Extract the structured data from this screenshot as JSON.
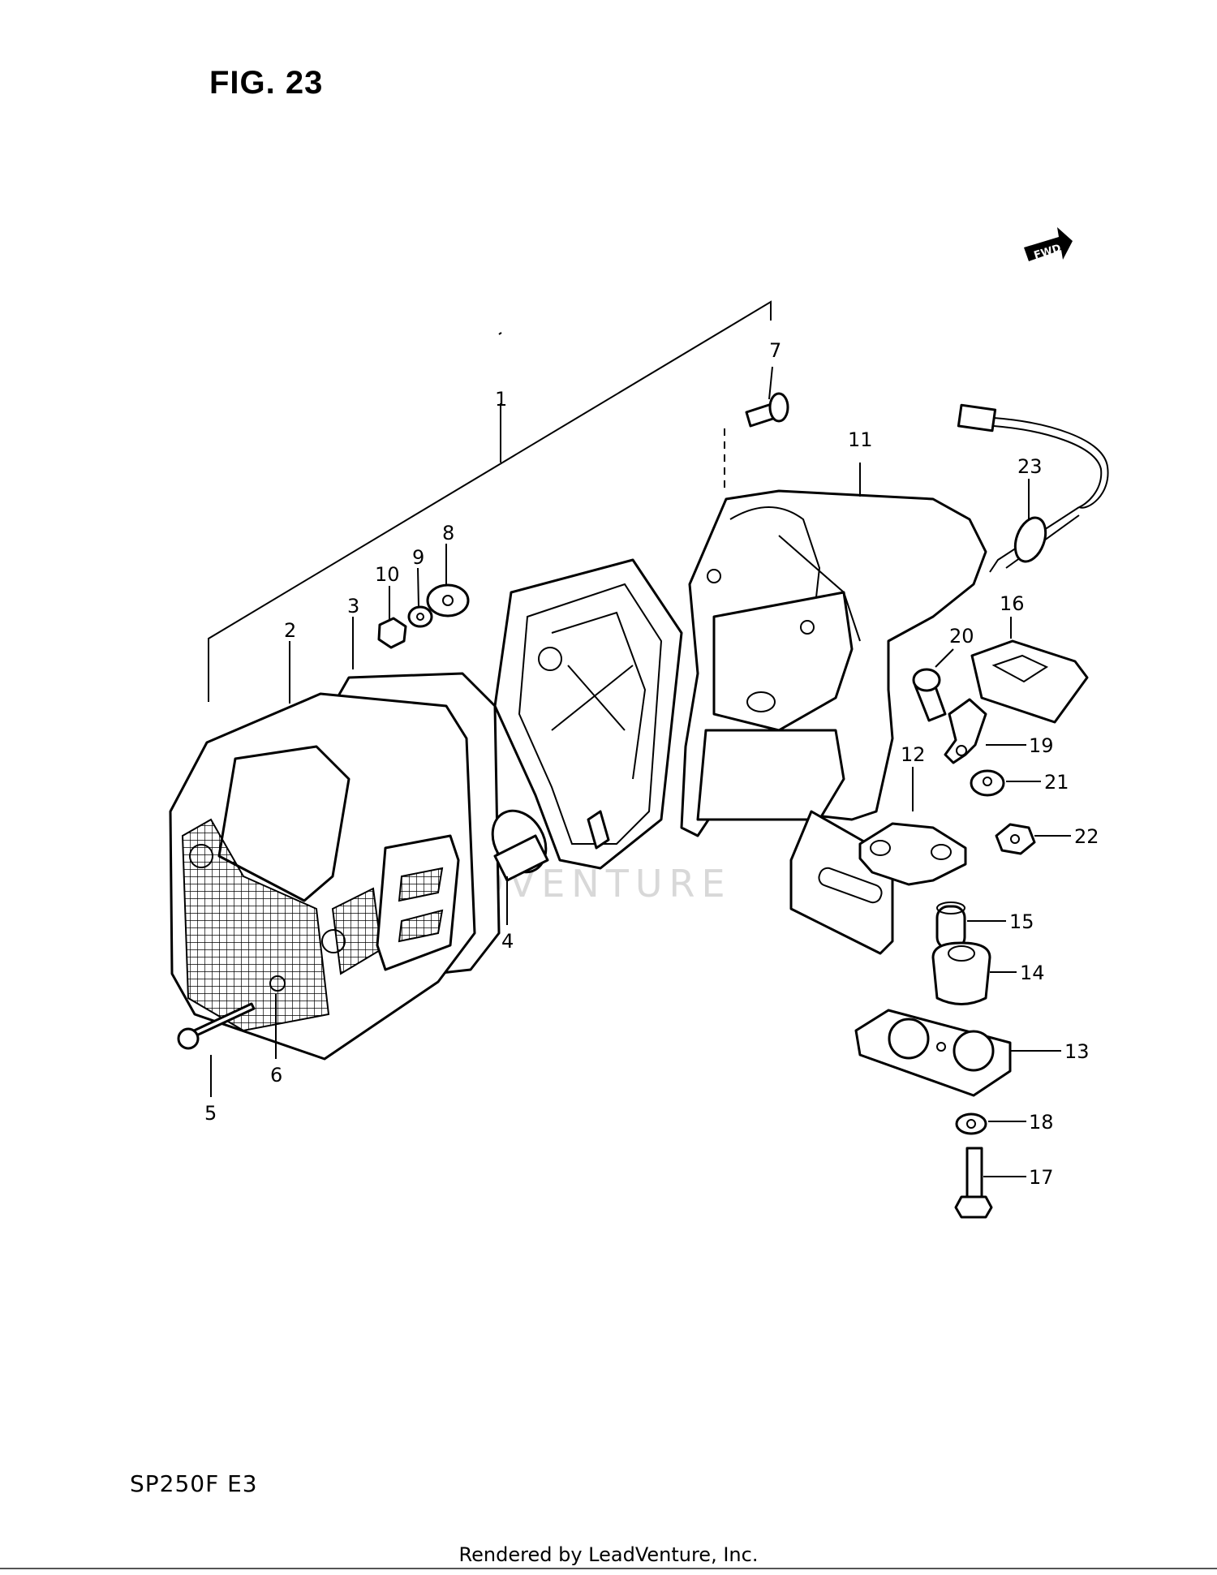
{
  "figure": {
    "title": "FIG. 23"
  },
  "direction_badge": "FWD",
  "watermark": "LEADVENTURE",
  "model_code": "SP250F  E3",
  "footer": "Rendered by LeadVenture, Inc.",
  "callouts": [
    "1",
    "2",
    "3",
    "4",
    "5",
    "6",
    "7",
    "8",
    "9",
    "10",
    "11",
    "12",
    "13",
    "14",
    "15",
    "16",
    "17",
    "18",
    "19",
    "20",
    "21",
    "22",
    "23"
  ]
}
